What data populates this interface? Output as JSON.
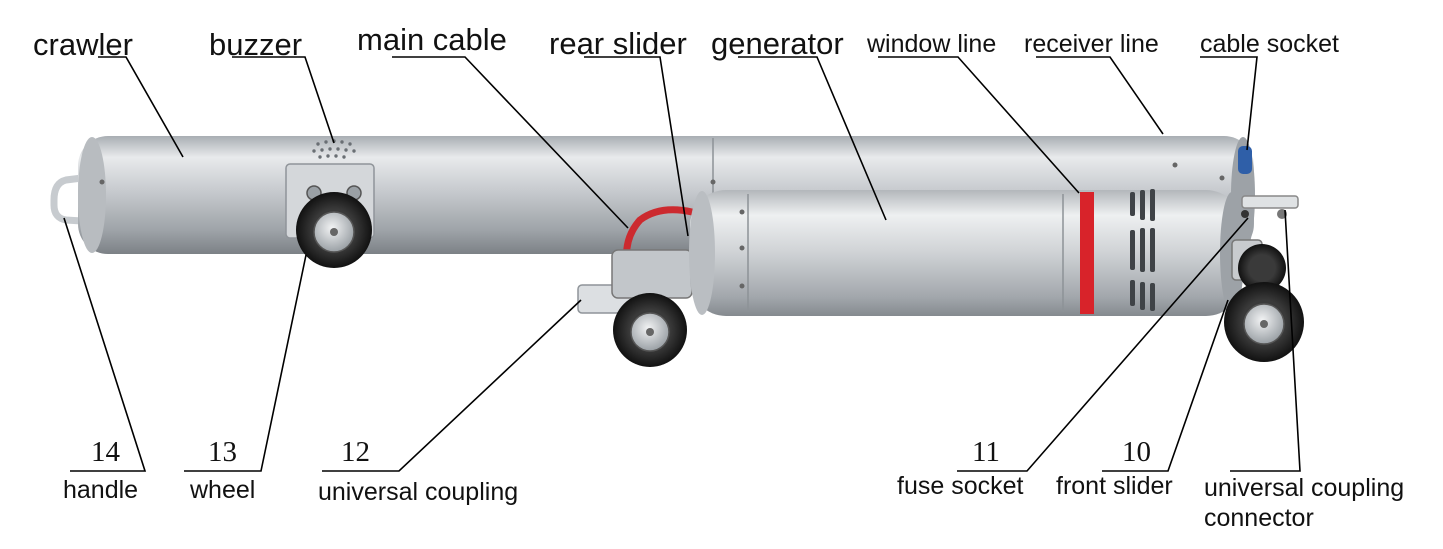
{
  "top_labels": {
    "crawler": "crawler",
    "buzzer": "buzzer",
    "main_cable": "main cable",
    "rear_slider": "rear slider",
    "generator": "generator",
    "window_line": "window line",
    "receiver_line": "receiver line",
    "cable_socket": "cable socket"
  },
  "bottom_labels": [
    {
      "number": "14",
      "text": "handle"
    },
    {
      "number": "13",
      "text": "wheel"
    },
    {
      "number": "12",
      "text": "universal coupling"
    },
    {
      "number": "11",
      "text": "fuse socket"
    },
    {
      "number": "10",
      "text": "front slider"
    },
    {
      "number": "",
      "text": "universal coupling",
      "text2": "connector"
    }
  ],
  "colors": {
    "metal_light": "#eceef0",
    "metal_mid": "#b9bdc1",
    "metal_dark": "#7c8186",
    "window_band": "#d8232a",
    "cable": "#cc2a2f",
    "connector_blue": "#2f5fa8",
    "wheel": "#1d1d1d"
  }
}
